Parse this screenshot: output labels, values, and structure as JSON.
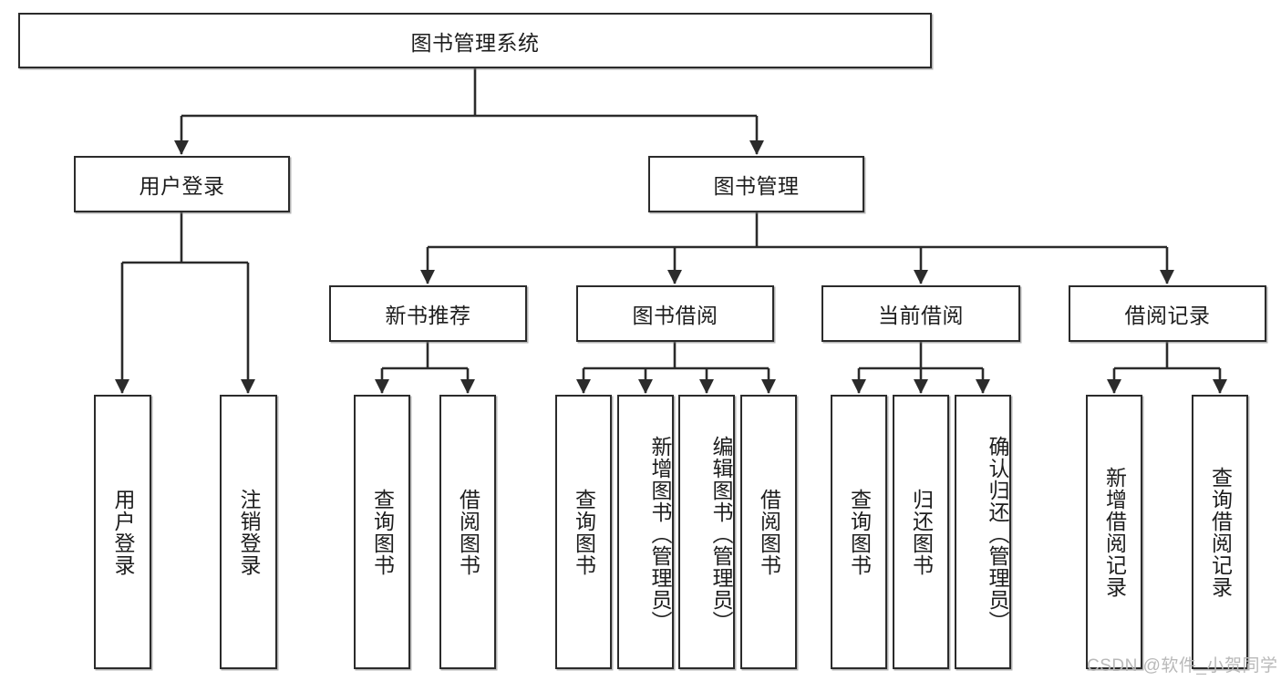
{
  "diagram": {
    "type": "tree-hierarchy-chart",
    "title": "图书管理系统",
    "colors": {
      "box_border": "#2b2b2b",
      "box_fill": "#ffffff",
      "connector": "#2b2b2b",
      "text": "#1d1d1d",
      "watermark": "#b9b9b9",
      "background": "#ffffff"
    },
    "root": {
      "label": "图书管理系统"
    },
    "level2": [
      {
        "label": "用户登录"
      },
      {
        "label": "图书管理"
      }
    ],
    "level3": [
      {
        "label": "新书推荐"
      },
      {
        "label": "图书借阅"
      },
      {
        "label": "当前借阅"
      },
      {
        "label": "借阅记录"
      }
    ],
    "leaves": {
      "user_login": [
        {
          "label": "用户登录"
        },
        {
          "label": "注销登录"
        }
      ],
      "new_book_recommend": [
        {
          "label": "查询图书"
        },
        {
          "label": "借阅图书"
        }
      ],
      "book_borrow": [
        {
          "label": "查询图书"
        },
        {
          "label": "新增图书（管理员）"
        },
        {
          "label": "编辑图书（管理员）"
        },
        {
          "label": "借阅图书"
        }
      ],
      "current_borrow": [
        {
          "label": "查询图书"
        },
        {
          "label": "归还图书"
        },
        {
          "label": "确认归还（管理员）"
        }
      ],
      "borrow_record": [
        {
          "label": "新增借阅记录"
        },
        {
          "label": "查询借阅记录"
        }
      ]
    },
    "watermark": "CSDN @软件_小贺同学"
  }
}
